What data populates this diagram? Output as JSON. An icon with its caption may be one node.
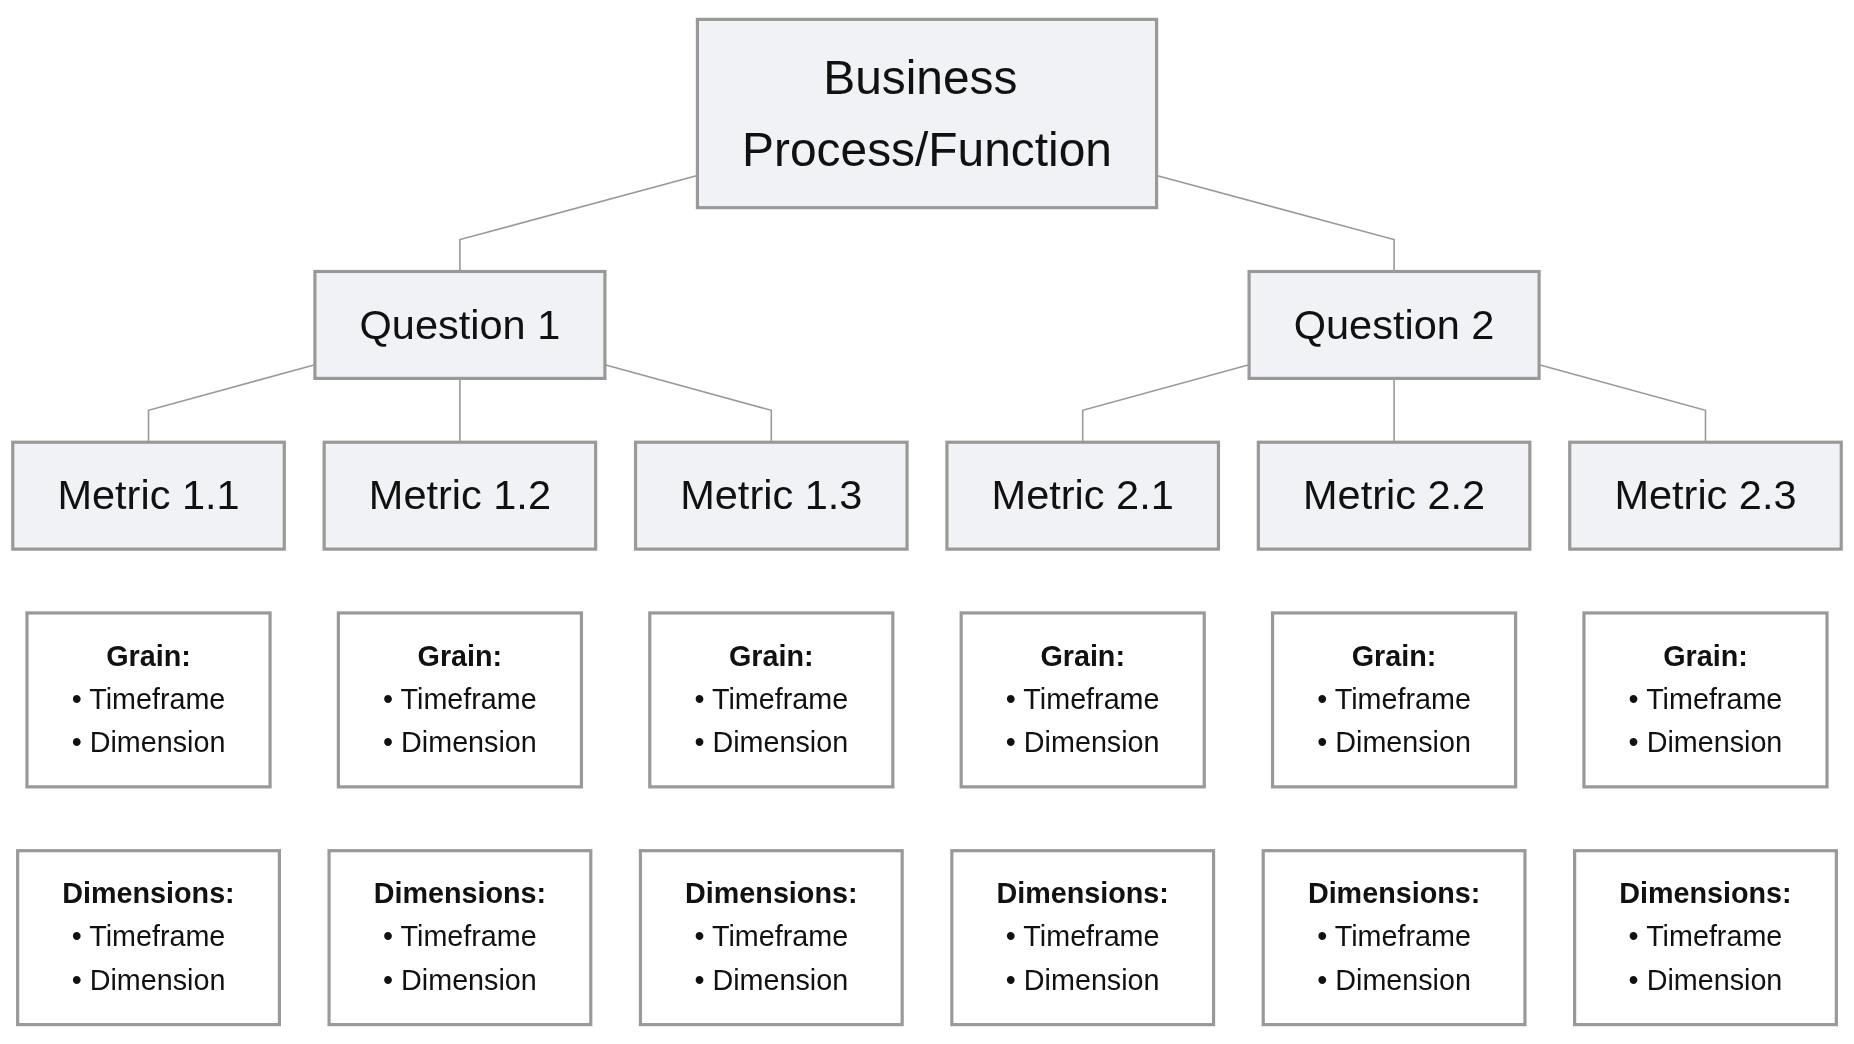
{
  "diagram": {
    "nodes": [
      {
        "text": [
          "Business Process/Function"
        ]
      },
      {
        "text": [
          "Question 1"
        ]
      },
      {
        "text": [
          "Question 2"
        ]
      },
      {
        "text": [
          "Metric 1.1"
        ]
      },
      {
        "text": [
          "Metric 1.2"
        ]
      },
      {
        "text": [
          "Metric 1.3"
        ]
      },
      {
        "text": [
          "Metric 2.1"
        ]
      },
      {
        "text": [
          "Metric 2.2"
        ]
      },
      {
        "text": [
          "Metric 2.3"
        ]
      },
      {
        "text": [
          "Grain:",
          "• Timeframe",
          "• Dimension"
        ]
      },
      {
        "text": [
          "Grain:",
          "• Timeframe",
          "• Dimension"
        ]
      },
      {
        "text": [
          "Grain:",
          "• Timeframe",
          "• Dimension"
        ]
      },
      {
        "text": [
          "Grain:",
          "• Timeframe",
          "• Dimension"
        ]
      },
      {
        "text": [
          "Grain:",
          "• Timeframe",
          "• Dimension"
        ]
      },
      {
        "text": [
          "Grain:",
          "• Timeframe",
          "• Dimension"
        ]
      },
      {
        "text": [
          "Dimensions:",
          "• Timeframe",
          "• Dimension"
        ]
      },
      {
        "text": [
          "Dimensions:",
          "• Timeframe",
          "• Dimension"
        ]
      },
      {
        "text": [
          "Dimensions:",
          "• Timeframe",
          "• Dimension"
        ]
      },
      {
        "text": [
          "Dimensions:",
          "• Timeframe",
          "• Dimension"
        ]
      },
      {
        "text": [
          "Dimensions:",
          "• Timeframe",
          "• Dimension"
        ]
      },
      {
        "text": [
          "Dimensions:",
          "• Timeframe",
          "• Dimension"
        ]
      }
    ],
    "edges": [
      {
        "from": 0,
        "to": 1,
        "arrow": "none"
      },
      {
        "from": 0,
        "to": 2,
        "arrow": "none"
      },
      {
        "from": 1,
        "to": 3,
        "arrow": "none"
      },
      {
        "from": 1,
        "to": 4,
        "arrow": "none"
      },
      {
        "from": 1,
        "to": 5,
        "arrow": "none"
      },
      {
        "from": 2,
        "to": 6,
        "arrow": "none"
      },
      {
        "from": 2,
        "to": 7,
        "arrow": "none"
      },
      {
        "from": 2,
        "to": 8,
        "arrow": "none"
      }
    ]
  }
}
